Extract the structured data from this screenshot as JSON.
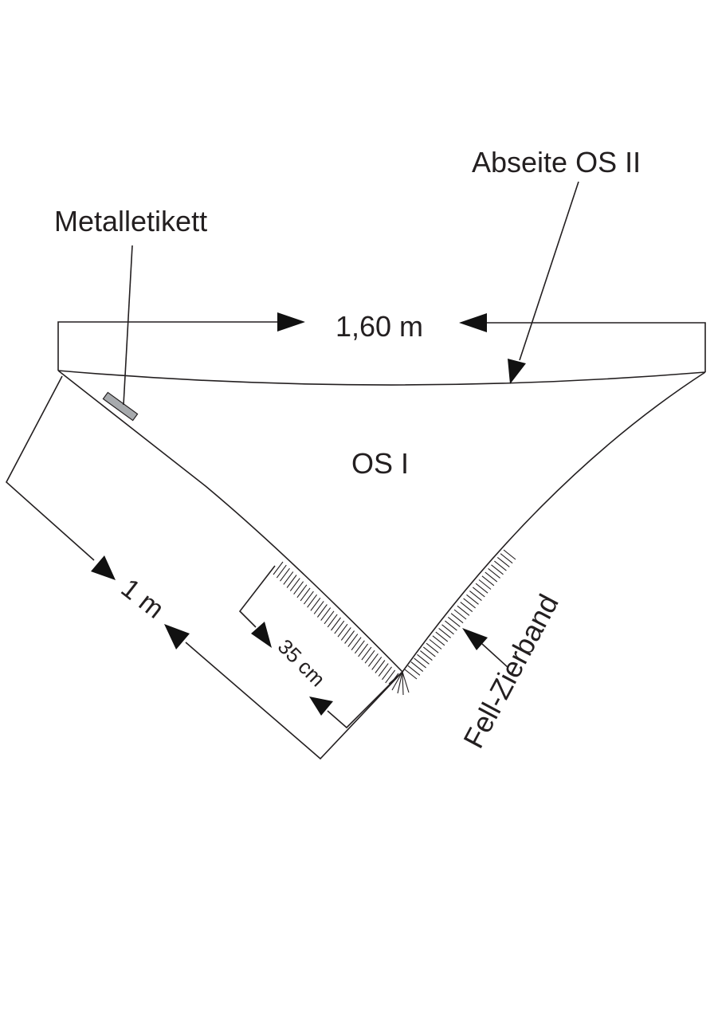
{
  "labels": {
    "metal_tag": "Metalletikett",
    "reverse_side": "Abseite OS II",
    "width": "1,60 m",
    "front_side": "OS I",
    "side_length": "1 m",
    "fringe_length": "35 cm",
    "fur_band": "Fell-Zierband"
  },
  "colors": {
    "ink": "#231f20",
    "arrow": "#111111",
    "tag_fill": "#a7aaad"
  }
}
